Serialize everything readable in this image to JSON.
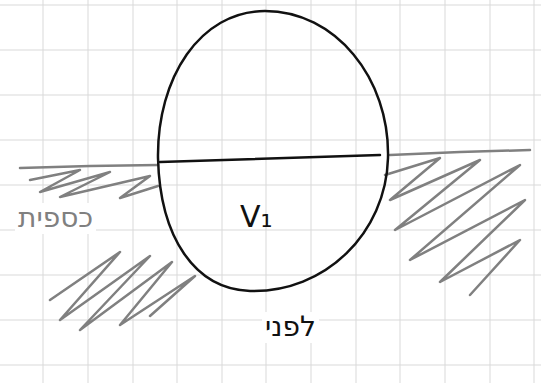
{
  "diagram": {
    "nodes": [
      {
        "text": [
          "V₁"
        ]
      }
    ],
    "labels": [
      "כספית",
      "לפני"
    ]
  }
}
